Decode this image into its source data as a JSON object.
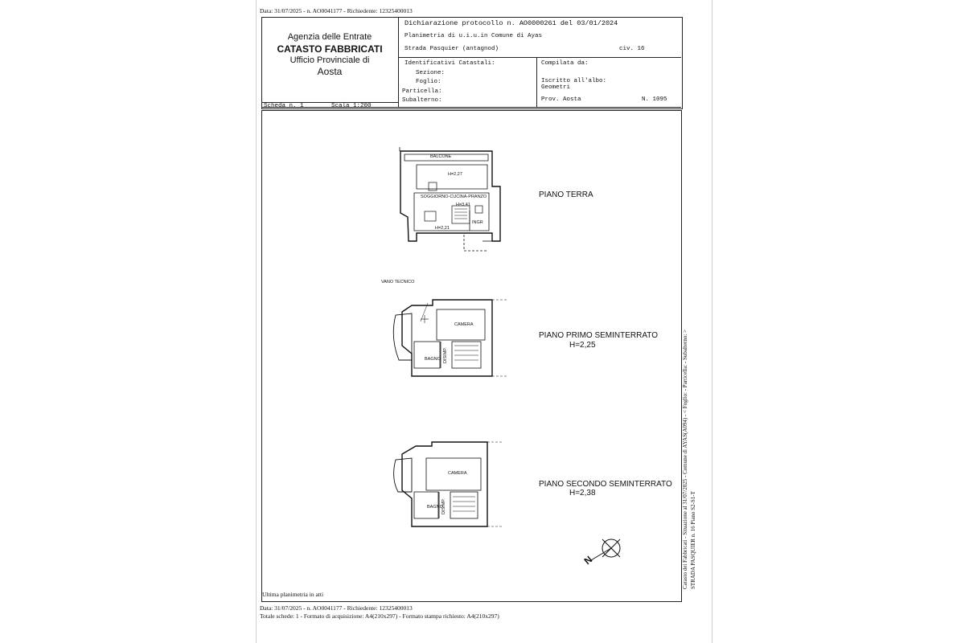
{
  "header": {
    "top_info": "Data: 31/07/2025 - n. AO0041177 - Richiedente: 12325400013",
    "agency_line1": "Agenzia delle Entrate",
    "agency_line2": "CATASTO FABBRICATI",
    "agency_line3": "Ufficio Provinciale di",
    "agency_line4": "Aosta",
    "declaration": "Dichiarazione protocollo n. AO0000261 del  03/01/2024",
    "planimetry": "Planimetria di u.i.u.in Comune di Ayas",
    "street": "Strada Pasquier (antagnod)",
    "civ": "civ. 16",
    "identificativi_title": "Identificativi Catastali:",
    "sezione": "Sezione:",
    "foglio": "Foglio:",
    "particella": "Particella:",
    "subalterno": "Subalterno:",
    "compilata_da": "Compilata da:",
    "iscritto": "Iscritto all'albo:",
    "geometri": "Geometri",
    "prov": "Prov. Aosta",
    "numero": "N. 1095"
  },
  "sheet_info": {
    "scheda": "Scheda n. 1",
    "scala": "Scala 1:200"
  },
  "floors": {
    "terra": {
      "title": "PIANO TERRA",
      "balcone": "BALCONE",
      "h_balcone": "H=2,27",
      "soggiorno": "SOGGIORNO-CUCINA-PRANZO",
      "h_stairs": "H=3,41",
      "ingr": "INGR",
      "h_main": "H=2,21"
    },
    "primo": {
      "title": "PIANO PRIMO SEMINTERRATO",
      "height": "H=2,25",
      "vano": "VANO TECNICO",
      "camera": "CAMERA",
      "bagno": "BAGNO",
      "disimp": "DISIMP."
    },
    "secondo": {
      "title": "PIANO SECONDO SEMINTERRATO",
      "height": "H=2,38",
      "camera": "CAMERA",
      "bagno": "BAGNO",
      "disimp": "DISIMP."
    }
  },
  "footer": {
    "ultima": "Ultima planimetria in atti",
    "data_line": "Data: 31/07/2025 - n. AO0041177 - Richiedente: 12325400013",
    "formato_line": "Totale schede: 1 - Formato di acquisizione: A4(210x297)  - Formato stampa richiesto: A4(210x297)"
  },
  "side": {
    "line1": "Catasto dei Fabbricati - Situazione al 31/07/2025 - Comune di AYAS(A094) - < Foglio:    - Particella:    - Subalterno:  >",
    "line2": "STRADA PASQUIER n. 16 Piano S2-S1-T"
  },
  "compass": {
    "north": "N"
  }
}
